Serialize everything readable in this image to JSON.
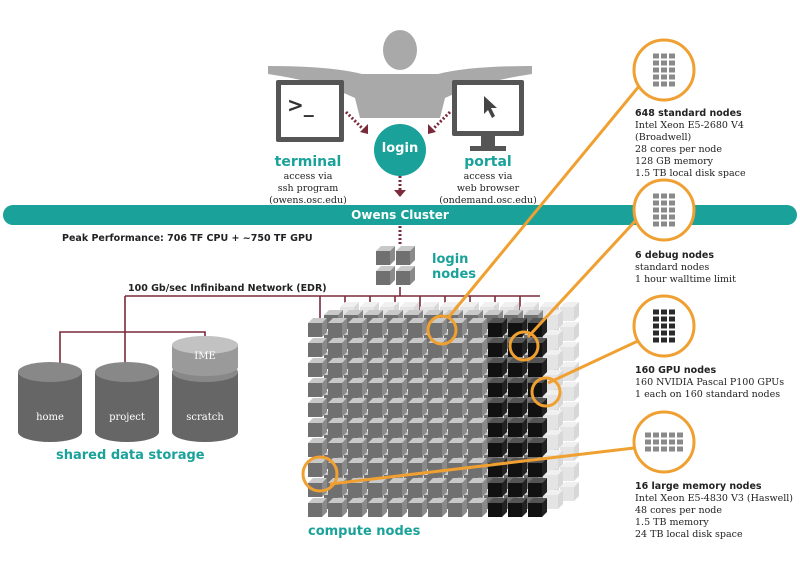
{
  "access": {
    "terminal": {
      "title": "terminal",
      "line1": "access via",
      "line2": "ssh program",
      "line3": "(owens.osc.edu)"
    },
    "login": "login",
    "portal": {
      "title": "portal",
      "line1": "access via",
      "line2": "web browser",
      "line3": "(ondemand.osc.edu)"
    }
  },
  "cluster": {
    "title": "Owens Cluster",
    "peak": "Peak Performance: 706 TF CPU + ~750 TF GPU",
    "login_nodes_line1": "login",
    "login_nodes_line2": "nodes",
    "network": "100 Gb/sec Infiniband Network (EDR)"
  },
  "storage": {
    "home": "home",
    "project": "project",
    "ime": "IME",
    "scratch": "scratch",
    "label": "shared data storage"
  },
  "compute_label": "compute nodes",
  "node_types": [
    {
      "title": "648 standard nodes",
      "lines": [
        "Intel Xeon E5-2680 V4 (Broadwell)",
        "28 cores per node",
        "128 GB memory",
        "1.5 TB local disk space"
      ]
    },
    {
      "title": "6 debug nodes",
      "lines": [
        "standard nodes",
        "1 hour walltime limit"
      ]
    },
    {
      "title": "160 GPU nodes",
      "lines": [
        "160 NVIDIA Pascal P100 GPUs",
        "1 each on 160 standard nodes"
      ]
    },
    {
      "title": "16 large memory nodes",
      "lines": [
        "Intel Xeon E5-4830 V3 (Haswell)",
        "48 cores per node",
        "1.5 TB memory",
        "24 TB local disk space"
      ]
    }
  ],
  "colors": {
    "teal": "#1aa29a",
    "orange": "#f0a030",
    "maroon": "#7a2a3a",
    "gray": "#7d7d7d"
  }
}
